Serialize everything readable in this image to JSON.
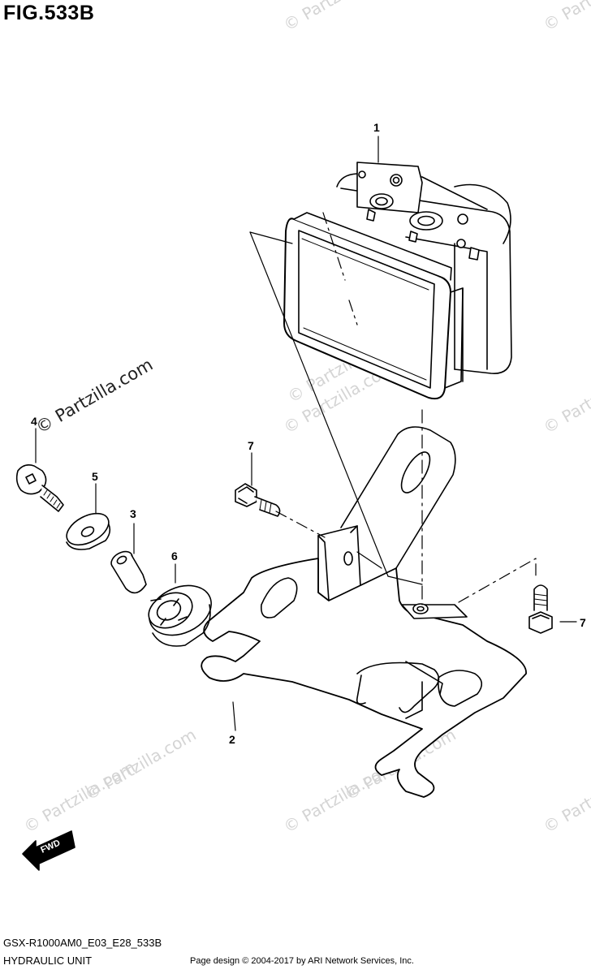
{
  "figure": {
    "title": "FIG.533B"
  },
  "watermark": {
    "text": "© Partzilla.com"
  },
  "parts": [
    {
      "number": "1"
    },
    {
      "number": "2"
    },
    {
      "number": "3"
    },
    {
      "number": "4"
    },
    {
      "number": "5"
    },
    {
      "number": "6"
    },
    {
      "number": "7"
    },
    {
      "number": "7"
    }
  ],
  "direction": {
    "label": "FWD"
  },
  "footer": {
    "model_code": "GSX-R1000AM0_E03_E28_533B",
    "diagram_name": "HYDRAULIC UNIT",
    "copyright": "Page design © 2004-2017 by ARI Network Services, Inc."
  },
  "colors": {
    "line": "#000000",
    "watermark": "#d4d4d4",
    "background": "#ffffff"
  }
}
